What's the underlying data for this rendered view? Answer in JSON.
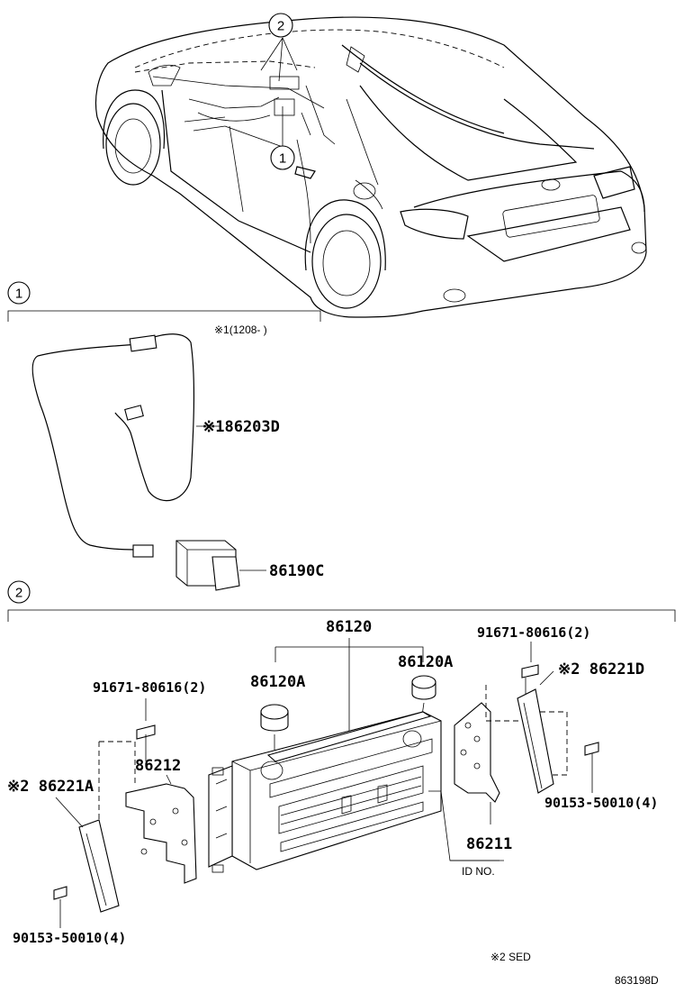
{
  "callouts": {
    "one": "1",
    "two": "2"
  },
  "section1": {
    "note": "※1(1208-      )",
    "parts": {
      "cable": "※186203D",
      "connector": "86190C"
    }
  },
  "section2": {
    "parts": {
      "radio": "86120",
      "knob_left": "86120A",
      "knob_right": "86120A",
      "screw_left": "91671-80616(2)",
      "screw_right": "91671-80616(2)",
      "bracket_right_sed": "※2 86221D",
      "bracket_left_sed": "※2 86221A",
      "bracket_left": "86212",
      "bracket_right": "86211",
      "bolt_left": "90153-50010(4)",
      "bolt_right": "90153-50010(4)",
      "id_no": "ID NO."
    },
    "note_sed": "※2 SED"
  },
  "diagram_id": "863198D"
}
